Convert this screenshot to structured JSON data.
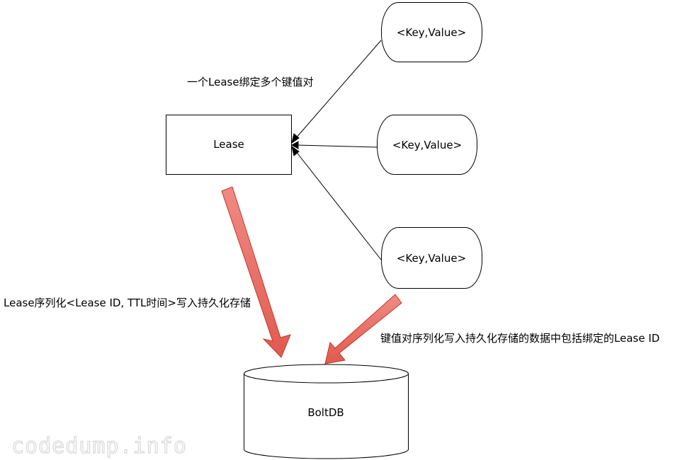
{
  "lease": {
    "label": "Lease"
  },
  "kv_nodes": [
    {
      "label": "<Key,Value>"
    },
    {
      "label": "<Key,Value>"
    },
    {
      "label": "<Key,Value>"
    }
  ],
  "binding_note": "一个Lease绑定多个键值对",
  "lease_persist_note": "Lease序列化<Lease ID, TTL时间>写入持久化存储",
  "kv_persist_note": "键值对序列化写入持久化存储的数据中包括绑定的Lease ID",
  "database": {
    "label": "BoltDB"
  },
  "watermark": "codedump.info",
  "colors": {
    "flow_arrow_fill": "#e8746c",
    "flow_arrow_stroke": "#c0392b",
    "line": "#000000"
  }
}
